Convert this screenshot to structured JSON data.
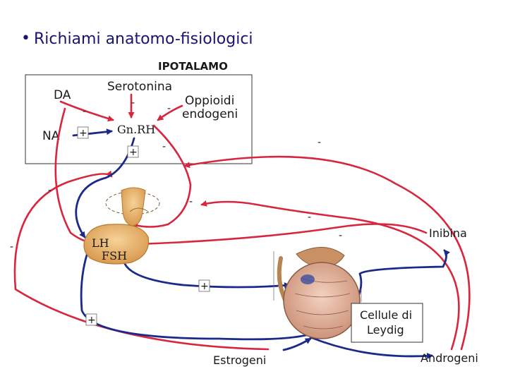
{
  "slide": {
    "bullet": "•",
    "title": "Richiami anatomo-fisiologici"
  },
  "labels": {
    "hypothalamus": "IPOTALAMO",
    "dopamine": "DA",
    "noradrenaline": "NA",
    "serotonin": "Serotonina",
    "opioids_line1": "Oppioidi",
    "opioids_line2": "endogeni",
    "gnrh": "Gn.RH",
    "lh": "LH",
    "fsh": "FSH",
    "inhibin": "Inibina",
    "leydig_line1": "Cellule di",
    "leydig_line2": "Leydig",
    "estrogens": "Estrogeni",
    "androgens": "Androgeni"
  },
  "signs": {
    "minus": "-",
    "plus": "+"
  },
  "colors": {
    "title": "#16166e",
    "inhibitory": "#d7263d",
    "stimulatory": "#1b2a8a",
    "box": "#333333",
    "pituitary": "#e9b06a",
    "testis": "#d8a78f"
  }
}
